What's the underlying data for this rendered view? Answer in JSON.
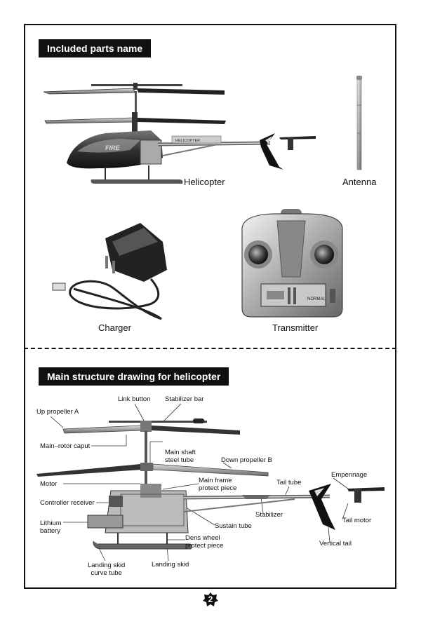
{
  "section1": {
    "heading": "Included parts name",
    "parts": {
      "helicopter": "Helicopter",
      "antenna": "Antenna",
      "charger": "Charger",
      "transmitter": "Transmitter"
    },
    "decal_fire": "FIRE",
    "decal_heli": "HELICOPTER",
    "lcd_mode": "NORMAL"
  },
  "section2": {
    "heading": "Main structure drawing for helicopter",
    "labels": {
      "link_button": "Link button",
      "stabilizer_bar": "Stabilizer bar",
      "up_propeller": "Up propeller A",
      "main_rotor_caput": "Main–rotor caput",
      "main_shaft_1": "Main shaft",
      "main_shaft_2": "steel tube",
      "down_propeller": "Down propeller B",
      "empennage": "Empennage",
      "tail_tube": "Tail tube",
      "motor": "Motor",
      "main_frame_1": "Main frame",
      "main_frame_2": "protect piece",
      "controller_receiver": "Controller receiver",
      "stabilizer": "Stabilizer",
      "tail_motor": "Tail motor",
      "lithium_1": "Lithium",
      "lithium_2": "battery",
      "sustain_tube": "Sustain tube",
      "dens_wheel_1": "Dens wheel",
      "dens_wheel_2": "protect piece",
      "vertical_tail": "Vertical tail",
      "landing_curve_1": "Landing skid",
      "landing_curve_2": "curve tube",
      "landing_skid": "Landing skid"
    }
  },
  "page_number": "2"
}
